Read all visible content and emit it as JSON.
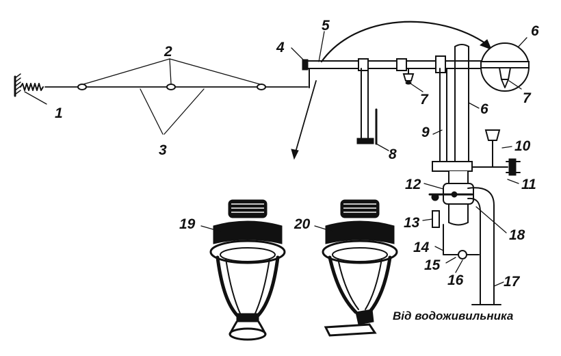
{
  "labels": {
    "n1": "1",
    "n2": "2",
    "n3": "3",
    "n4": "4",
    "n5": "5",
    "n6a": "6",
    "n6b": "6",
    "n7a": "7",
    "n7b": "7",
    "n8": "8",
    "n9": "9",
    "n10": "10",
    "n11": "11",
    "n12": "12",
    "n13": "13",
    "n14": "14",
    "n15": "15",
    "n16": "16",
    "n17": "17",
    "n18": "18",
    "n19": "19",
    "n20": "20"
  },
  "caption": "Від водоживильника"
}
